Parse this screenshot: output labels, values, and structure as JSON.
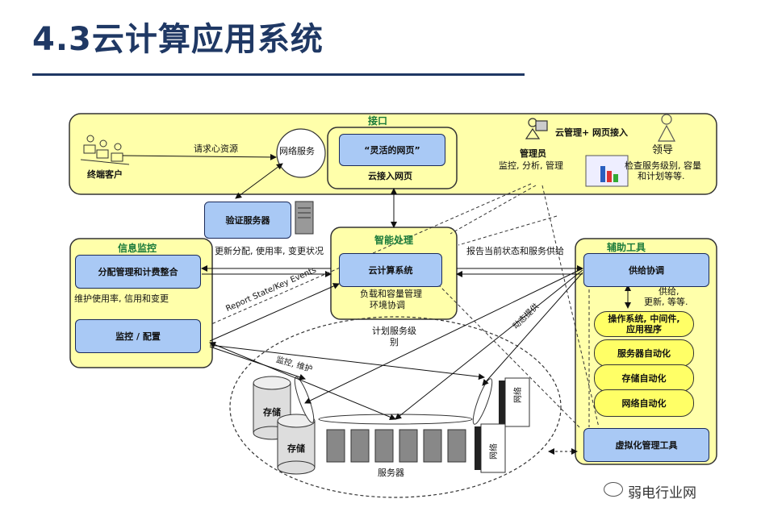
{
  "title": "4.3云计算应用系统",
  "interface_panel": {
    "title": "接口",
    "end_user": "终端客户",
    "request": "请求心资源",
    "network_service": "网络服务",
    "live_page": "“灵活的网页”",
    "cloud_portal": "云接入网页",
    "admin_title": "管理员",
    "admin_desc": "监控, 分析, 管理",
    "cloud_mgmt": "云管理+ 网页接入",
    "leader_title": "领导",
    "leader_desc_1": "检查服务级别, 容量",
    "leader_desc_2": "和计划等等."
  },
  "auth_server": "验证服务器",
  "monitor_panel": {
    "title": "信息监控",
    "billing": "分配管理和计费整合",
    "usage": "维护使用率, 信用和变更",
    "monitor_config": "监控 / 配置"
  },
  "smart_panel": {
    "title": "智能处理",
    "cloud_system": "云计算系统",
    "load_mgmt_1": "负载和容量管理",
    "load_mgmt_2": "环境协调"
  },
  "tools_panel": {
    "title": "辅助工具",
    "supply": "供给协调",
    "supply_note_1": "供给,",
    "supply_note_2": "更新, 等等.",
    "os_1": "操作系统, 中间件,",
    "os_2": "应用程序",
    "server_auto": "服务器自动化",
    "storage_auto": "存储自动化",
    "network_auto": "网络自动化",
    "virtual_mgmt": "虚拟化管理工具"
  },
  "flows": {
    "update_usage": "更新分配, 使用率, 变更状况",
    "report_status": "报告当前状态和服务供给",
    "report_state_events": "Report State/Key Events",
    "plan_level_1": "计划服务级",
    "plan_level_2": "别",
    "dynamic_supply": "动态提供",
    "monitor_maintain": "监控, 维护"
  },
  "resources": {
    "storage": "存储",
    "servers": "服务器",
    "network": "网络"
  },
  "watermark": "弱电行业网",
  "colors": {
    "panel_fill": "#ffffaa",
    "panel_border": "#333333",
    "box_fill": "#a9c9f5",
    "title_color": "#1f3864",
    "panel_title_color": "#1a7a3a"
  }
}
